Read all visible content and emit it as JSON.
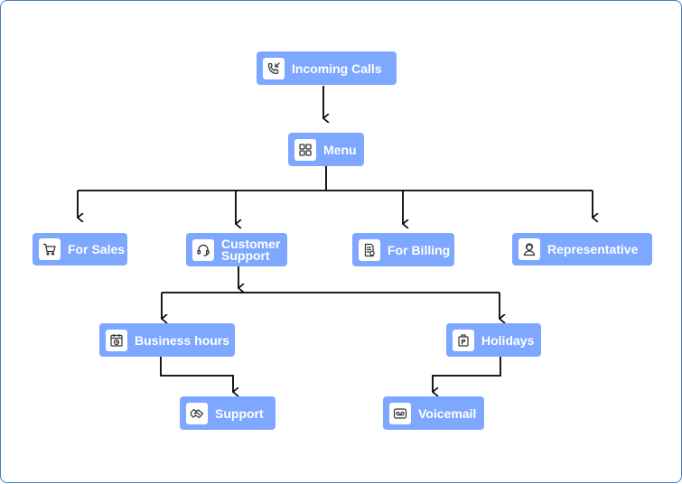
{
  "nodes": {
    "incoming_calls": {
      "label": "Incoming Calls",
      "icon": "phone-incoming-icon"
    },
    "menu": {
      "label": "Menu",
      "icon": "grid-icon"
    },
    "for_sales": {
      "label": "For Sales",
      "icon": "cart-icon"
    },
    "customer_support": {
      "label_line1": "Customer",
      "label_line2": "Support",
      "icon": "headset-icon"
    },
    "for_billing": {
      "label": "For Billing",
      "icon": "invoice-icon"
    },
    "representative": {
      "label": "Representative",
      "icon": "person-icon"
    },
    "business_hours": {
      "label": "Business hours",
      "icon": "calendar-clock-icon"
    },
    "holidays": {
      "label": "Holidays",
      "icon": "luggage-icon"
    },
    "support": {
      "label": "Support",
      "icon": "handshake-icon"
    },
    "voicemail": {
      "label": "Voicemail",
      "icon": "voicemail-icon"
    }
  },
  "colors": {
    "node_fill": "#7ea7ff",
    "node_text": "#ffffff",
    "connector": "#000000",
    "border": "#4a78c4"
  }
}
